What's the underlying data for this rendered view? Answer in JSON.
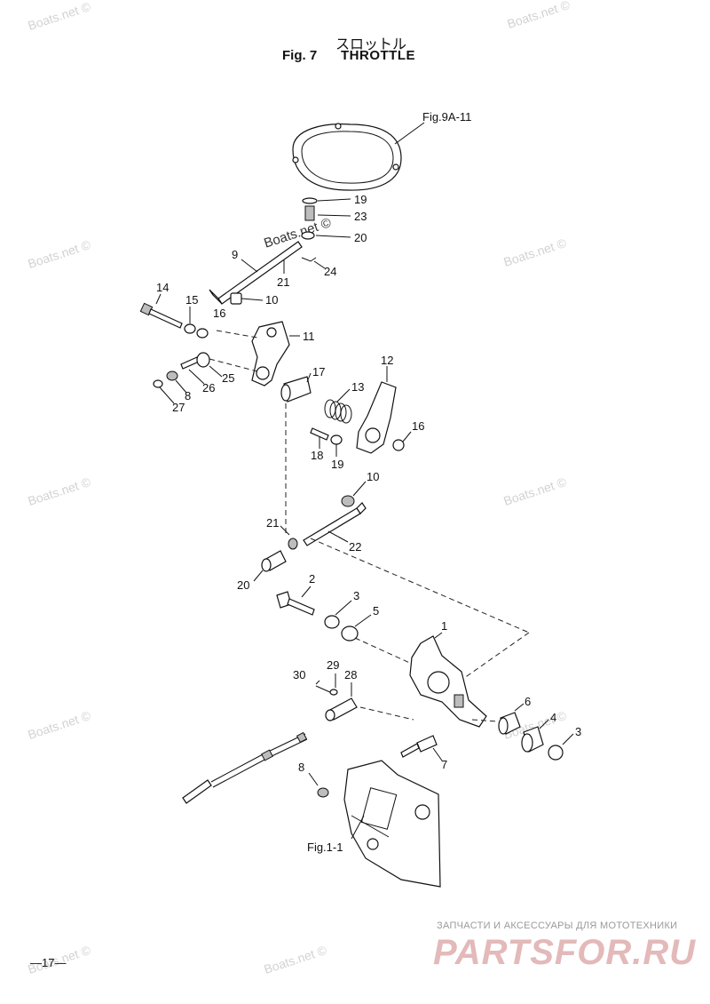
{
  "header": {
    "title_jp": "スロットル",
    "fig_no": "Fig. 7",
    "title_en": "THROTTLE"
  },
  "references": {
    "top": "Fig.9A-11",
    "bottom": "Fig.1-1"
  },
  "watermark": "Boats.net ©",
  "callouts": {
    "c19a": "19",
    "c23": "23",
    "c20a": "20",
    "c24": "24",
    "c21a": "21",
    "c9": "9",
    "c14": "14",
    "c15": "15",
    "c10a": "10",
    "c16a": "16",
    "c11": "11",
    "c12": "12",
    "c17": "17",
    "c13": "13",
    "c26": "26",
    "c25": "25",
    "c8a": "8",
    "c27": "27",
    "c16b": "16",
    "c18": "18",
    "c19b": "19",
    "c10b": "10",
    "c21b": "21",
    "c22": "22",
    "c20b": "20",
    "c2": "2",
    "c3a": "3",
    "c5": "5",
    "c1": "1",
    "c30": "30",
    "c29": "29",
    "c28": "28",
    "c6": "6",
    "c4": "4",
    "c3b": "3",
    "c7": "7",
    "c8b": "8"
  },
  "footer": {
    "page": "—17—",
    "brand_tag": "ЗАПЧАСТИ И АКСЕССУАРЫ ДЛЯ МОТОТЕХНИКИ",
    "brand": "PARTSFOR.RU"
  }
}
